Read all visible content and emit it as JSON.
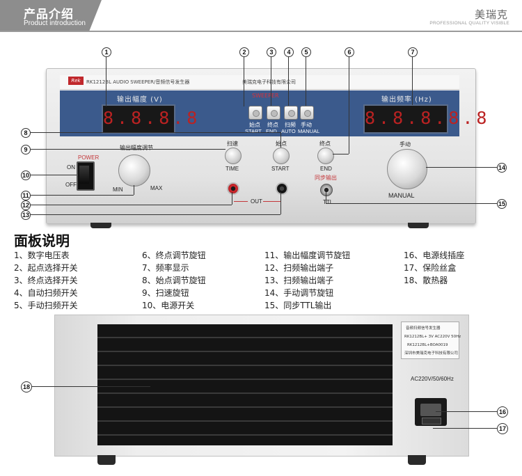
{
  "header": {
    "title": "产品介绍",
    "subtitle": "Product introduction",
    "brand": "美瑞克",
    "brand_sub": "PROFESSIONAL QUALITY VISIBLE"
  },
  "device_front": {
    "logo": "Rek",
    "model_strip": "RK1212BL   AUDIO SWEEPER/音频信号发生器",
    "company": "美瑞克电子科技有限公司",
    "left_display_label": "输出幅度 (V)",
    "right_display_label": "输出频率 (Hz)",
    "left_display_value": "8.8.8.8",
    "right_display_value": "8.8.8.8.8",
    "buttons_header": "SWEEPER",
    "buttons": [
      {
        "cn": "始点",
        "en": "START"
      },
      {
        "cn": "终点",
        "en": "END"
      },
      {
        "cn": "扫频",
        "en": "AUTO"
      },
      {
        "cn": "手动",
        "en": "MANUAL"
      }
    ],
    "power_label": "POWER",
    "power_on": "ON",
    "power_off": "OFF",
    "amp_knob_label": "输出幅度调节",
    "amp_min": "MIN",
    "amp_max": "MAX",
    "time_knob": {
      "cn": "扫速",
      "en": "TIME"
    },
    "start_knob": {
      "cn": "始点",
      "en": "START"
    },
    "end_knob": {
      "cn": "终点",
      "en": "END"
    },
    "manual_knob": {
      "cn": "手动",
      "en": "MANUAL"
    },
    "sync_label": "同步输出",
    "ttl_label": "TTL",
    "out_label": "OUT"
  },
  "callouts": [
    "1",
    "2",
    "3",
    "4",
    "5",
    "6",
    "7",
    "8",
    "9",
    "10",
    "11",
    "12",
    "13",
    "14",
    "15",
    "16",
    "17",
    "18"
  ],
  "legend": {
    "title": "面板说明",
    "items": [
      "1、数字电压表",
      "2、起点选择开关",
      "3、终点选择开关",
      "4、自动扫频开关",
      "5、手动扫频开关",
      "6、终点调节旋钮",
      "7、频率显示",
      "8、始点调节旋钮",
      "9、扫速旋钮",
      "10、电源开关",
      "11、输出幅度调节旋钮",
      "12、扫频输出端子",
      "13、扫频输出端子",
      "14、手动调节旋钮",
      "15、同步TTL输出",
      "16、电源线插座",
      "17、保险丝盒",
      "18、散热器"
    ]
  },
  "device_back": {
    "label_line1": "音频扫频信号发生器",
    "label_line2": "RK1212BL+   3V   AC220V 50Hz",
    "label_line3": "RK1212BL+BOA0019",
    "label_line4": "深圳市美瑞克电子科技有限公司",
    "ac_rating": "AC220V/50/60Hz"
  }
}
